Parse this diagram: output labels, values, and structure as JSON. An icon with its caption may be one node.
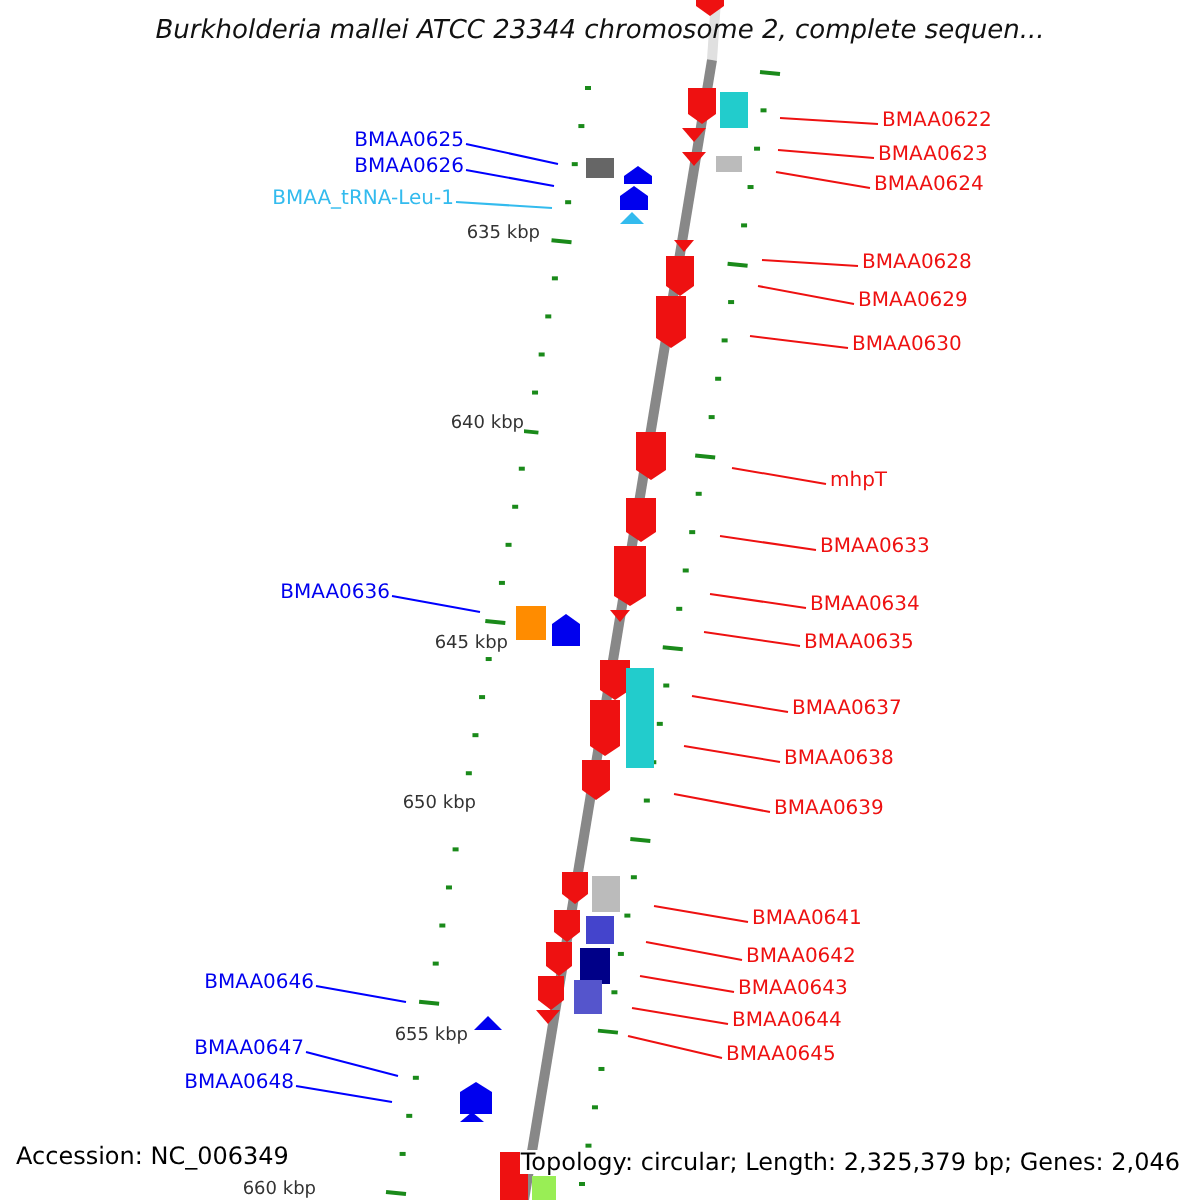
{
  "diagram": {
    "title": "Burkholderia mallei ATCC 23344 chromosome 2, complete sequen...",
    "nodes": [
      {
        "text": [
          "BMAA0622"
        ]
      },
      {
        "text": [
          "BMAA0625"
        ]
      },
      {
        "text": [
          "BMAA0623"
        ]
      },
      {
        "text": [
          "BMAA0626"
        ]
      },
      {
        "text": [
          "BMAA0624"
        ]
      },
      {
        "text": [
          "BMAA_tRNA-Leu-1"
        ]
      },
      {
        "text": [
          "BMAA0628"
        ]
      },
      {
        "text": [
          "BMAA0629"
        ]
      },
      {
        "text": [
          "BMAA0630"
        ]
      },
      {
        "text": [
          "mhpT"
        ]
      },
      {
        "text": [
          "BMAA0633"
        ]
      },
      {
        "text": [
          "BMAA0636"
        ]
      },
      {
        "text": [
          "BMAA0634"
        ]
      },
      {
        "text": [
          "BMAA0635"
        ]
      },
      {
        "text": [
          "BMAA0637"
        ]
      },
      {
        "text": [
          "BMAA0638"
        ]
      },
      {
        "text": [
          "BMAA0639"
        ]
      },
      {
        "text": [
          "BMAA0641"
        ]
      },
      {
        "text": [
          "BMAA0642"
        ]
      },
      {
        "text": [
          "BMAA0646"
        ]
      },
      {
        "text": [
          "BMAA0643"
        ]
      },
      {
        "text": [
          "BMAA0644"
        ]
      },
      {
        "text": [
          "BMAA0647"
        ]
      },
      {
        "text": [
          "BMAA0645"
        ]
      },
      {
        "text": [
          "BMAA0648"
        ]
      }
    ],
    "edges": [
      {
        "from": 0,
        "to": null,
        "arrow": "none"
      },
      {
        "from": 1,
        "to": null,
        "arrow": "none",
        "color": "#0000ff"
      },
      {
        "from": 2,
        "to": null,
        "arrow": "none"
      },
      {
        "from": 3,
        "to": null,
        "arrow": "none",
        "color": "#0000ff"
      },
      {
        "from": 4,
        "to": null,
        "arrow": "none"
      },
      {
        "from": 5,
        "to": null,
        "arrow": "none",
        "color": "#33bbee"
      },
      {
        "from": 6,
        "to": null,
        "arrow": "none"
      },
      {
        "from": 7,
        "to": null,
        "arrow": "none"
      },
      {
        "from": 8,
        "to": null,
        "arrow": "none"
      },
      {
        "from": 9,
        "to": null,
        "arrow": "none"
      },
      {
        "from": 10,
        "to": null,
        "arrow": "none"
      },
      {
        "from": 11,
        "to": null,
        "arrow": "none",
        "color": "#0000ff"
      },
      {
        "from": 12,
        "to": null,
        "arrow": "none"
      },
      {
        "from": 13,
        "to": null,
        "arrow": "none"
      },
      {
        "from": 14,
        "to": null,
        "arrow": "none"
      },
      {
        "from": 15,
        "to": null,
        "arrow": "none"
      },
      {
        "from": 16,
        "to": null,
        "arrow": "none"
      },
      {
        "from": 17,
        "to": null,
        "arrow": "none"
      },
      {
        "from": 18,
        "to": null,
        "arrow": "none"
      },
      {
        "from": 19,
        "to": null,
        "arrow": "none",
        "color": "#0000ff"
      },
      {
        "from": 20,
        "to": null,
        "arrow": "none"
      },
      {
        "from": 21,
        "to": null,
        "arrow": "none"
      },
      {
        "from": 22,
        "to": null,
        "arrow": "none",
        "color": "#0000ff"
      },
      {
        "from": 23,
        "to": null,
        "arrow": "none"
      },
      {
        "from": 24,
        "to": null,
        "arrow": "none",
        "color": "#0000ff"
      }
    ],
    "labels": [
      "635 kbp",
      "640 kbp",
      "645 kbp",
      "650 kbp",
      "655 kbp",
      "660 kbp",
      "Accession: NC_006349",
      "Topology: circular; Length: 2,325,379 bp; Genes: 2,046"
    ]
  }
}
